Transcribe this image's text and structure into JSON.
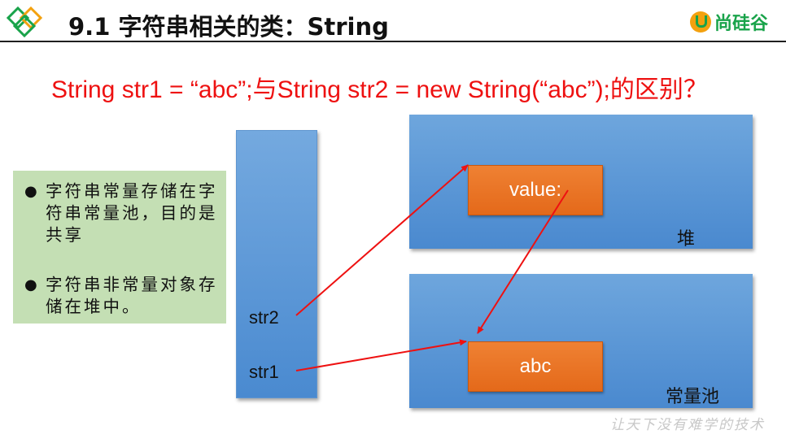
{
  "header": {
    "title": "9.1 字符串相关的类：String",
    "brand": "尚硅谷"
  },
  "question": "String str1  = “abc”;与String str2 = new String(“abc”);的区别？",
  "notes": [
    {
      "text": "字符串常量存储在字符串常量池，目的是共享"
    },
    {
      "text": "字符串非常量对象存储在堆中。"
    }
  ],
  "diagram": {
    "stack_vars": [
      "str2",
      "str1"
    ],
    "heap_label": "堆",
    "pool_label": "常量池",
    "heap_object": "value:",
    "pool_object": "abc"
  },
  "colors": {
    "accent_red": "#ee1111",
    "block_blue": "#5b97d5",
    "object_orange": "#e9762a",
    "note_green": "#c4dfb4",
    "brand_green": "#19a34a"
  },
  "footer": {
    "watermark": "让天下没有难学的技术"
  }
}
